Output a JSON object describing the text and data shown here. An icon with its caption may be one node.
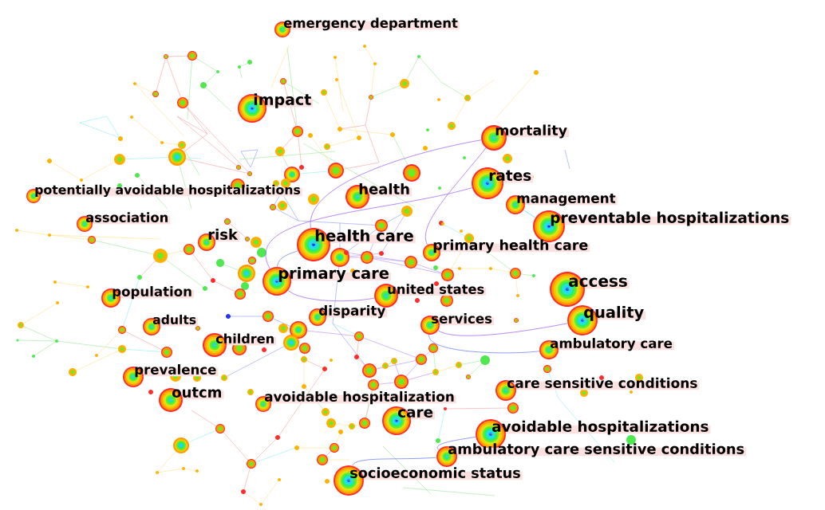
{
  "diagram": {
    "nodes": [
      {
        "text": [],
        "shape": "circle",
        "beside": [
          "emergency department"
        ]
      },
      {
        "text": [],
        "shape": "circle",
        "beside": [
          "impact"
        ]
      },
      {
        "text": [],
        "shape": "circle",
        "beside": [
          "mortality"
        ]
      },
      {
        "text": [],
        "shape": "circle",
        "beside": [
          "rates"
        ]
      },
      {
        "text": [],
        "shape": "circle",
        "beside": [
          "potentially avoidable hospitalizations"
        ]
      },
      {
        "text": [],
        "shape": "circle",
        "beside": [
          "health"
        ]
      },
      {
        "text": [],
        "shape": "circle",
        "beside": [
          "management"
        ]
      },
      {
        "text": [],
        "shape": "circle",
        "beside": [
          "preventable hospitalizations"
        ]
      },
      {
        "text": [],
        "shape": "circle",
        "beside": [
          "association"
        ]
      },
      {
        "text": [],
        "shape": "circle",
        "beside": [
          "risk"
        ]
      },
      {
        "text": [],
        "shape": "circle",
        "beside": [
          "health care"
        ]
      },
      {
        "text": [],
        "shape": "circle",
        "beside": [
          "primary health care"
        ]
      },
      {
        "text": [],
        "shape": "circle",
        "beside": [
          "primary care"
        ]
      },
      {
        "text": [],
        "shape": "circle",
        "beside": [
          "access"
        ]
      },
      {
        "text": [],
        "shape": "circle",
        "beside": [
          "population"
        ]
      },
      {
        "text": [],
        "shape": "circle",
        "beside": [
          "united states"
        ]
      },
      {
        "text": [],
        "shape": "circle",
        "beside": [
          "disparity"
        ]
      },
      {
        "text": [],
        "shape": "circle",
        "beside": [
          "quality"
        ]
      },
      {
        "text": [],
        "shape": "circle",
        "beside": [
          "adults"
        ]
      },
      {
        "text": [],
        "shape": "circle",
        "beside": [
          "services"
        ]
      },
      {
        "text": [],
        "shape": "circle",
        "beside": [
          "children"
        ]
      },
      {
        "text": [],
        "shape": "circle",
        "beside": [
          "ambulatory care"
        ]
      },
      {
        "text": [],
        "shape": "circle",
        "beside": [
          "prevalence"
        ]
      },
      {
        "text": [],
        "shape": "circle",
        "beside": [
          "outcm"
        ]
      },
      {
        "text": [],
        "shape": "circle",
        "beside": [
          "care sensitive conditions"
        ]
      },
      {
        "text": [],
        "shape": "circle",
        "beside": [
          "avoidable hospitalization"
        ]
      },
      {
        "text": [],
        "shape": "circle",
        "beside": [
          "care"
        ]
      },
      {
        "text": [],
        "shape": "circle",
        "beside": [
          "avoidable hospitalizations"
        ]
      },
      {
        "text": [],
        "shape": "circle",
        "beside": [
          "ambulatory care sensitive conditions"
        ]
      },
      {
        "text": [],
        "shape": "circle",
        "beside": [
          "socioeconomic status"
        ]
      }
    ],
    "edges": [
      {
        "from": 2,
        "to": 10,
        "arrow": "none"
      },
      {
        "from": 2,
        "to": 11,
        "arrow": "none"
      },
      {
        "from": 3,
        "to": 12,
        "arrow": "none"
      },
      {
        "from": 10,
        "to": 12,
        "arrow": "none",
        "color": "#6f86f5"
      },
      {
        "from": 12,
        "to": 15,
        "arrow": "none"
      },
      {
        "from": 19,
        "to": 17,
        "arrow": "none"
      },
      {
        "from": 19,
        "to": 21,
        "arrow": "none",
        "color": "#6f86f5"
      },
      {
        "from": 27,
        "to": 28,
        "arrow": "none",
        "color": "#6f86f5"
      },
      {
        "from": 28,
        "to": 29,
        "arrow": "none",
        "color": "#6f86f5"
      },
      {
        "from": 6,
        "to": 7,
        "arrow": "none",
        "color": "#5fe0ee"
      }
    ]
  }
}
